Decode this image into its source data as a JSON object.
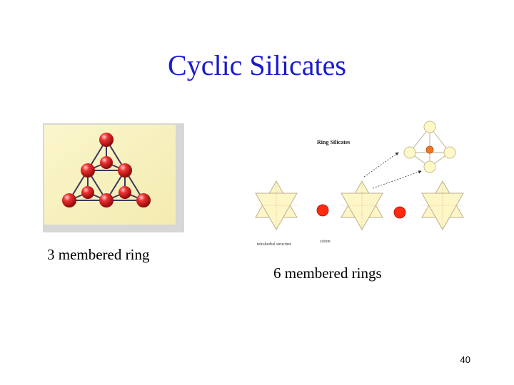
{
  "slide": {
    "title": "Cyclic Silicates",
    "page_number": "40"
  },
  "left_figure": {
    "caption": "3 membered ring"
  },
  "right_figure": {
    "caption": "6 membered rings",
    "diagram_title": "Ring Silicates",
    "label_cation": "cation",
    "label_structure": "tetrahedral structure"
  },
  "colors": {
    "title": "#1a1acc",
    "atom": "#e01b1b",
    "tetra_fill": "#fff6c8",
    "highlight": "#ff2a10"
  }
}
